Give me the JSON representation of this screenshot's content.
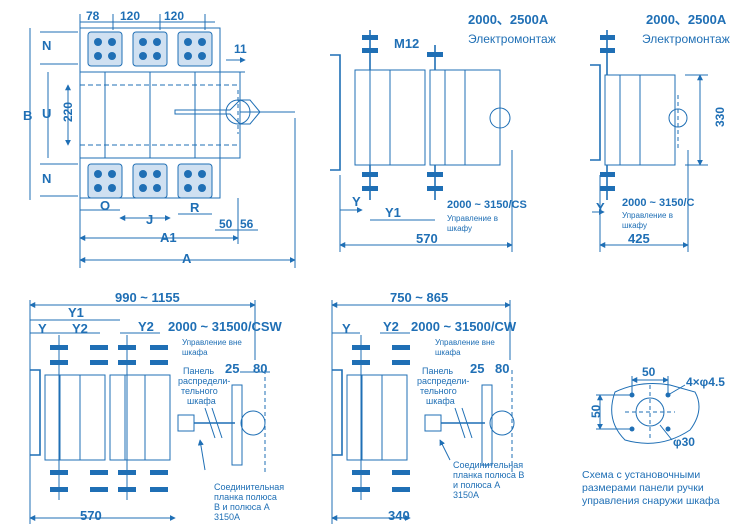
{
  "diagram": {
    "top_left": {
      "dims_top": [
        "78",
        "120",
        "120"
      ],
      "dim_11": "11",
      "dim_220": "220",
      "label_B": "B",
      "label_U": "U",
      "label_N_top": "N",
      "label_N_bottom": "N",
      "label_O": "O",
      "label_J": "J",
      "label_R": "R",
      "dim_50": "50",
      "dim_56": "56",
      "label_A1": "A1",
      "label_A": "A"
    },
    "top_middle": {
      "rating": "2000、2500A",
      "mount": "Электромонтаж",
      "thread": "M12",
      "label_Y": "Y",
      "label_Y1": "Y1",
      "type_code": "2000 ~ 3150/CS",
      "control": "Управление в шкафу",
      "dim_570": "570"
    },
    "top_right": {
      "rating": "2000、2500A",
      "mount": "Электромонтаж",
      "dim_330": "330",
      "label_Y": "Y",
      "type_code": "2000 ~ 3150/C",
      "control": "Управление в шкафу",
      "dim_425": "425"
    },
    "bottom_left": {
      "dim_range": "990 ~ 1155",
      "label_Y1": "Y1",
      "label_Y": "Y",
      "label_Y2a": "Y2",
      "label_Y2b": "Y2",
      "type_code": "2000 ~ 31500/CSW",
      "control": "Управление вне шкафа",
      "panel": "Панель распредели-тельного шкафа",
      "dim_25": "25",
      "dim_80": "80",
      "busbar": "Соединительная планка полюса B и полюса A 3150A",
      "dim_570": "570"
    },
    "bottom_middle": {
      "dim_range": "750 ~ 865",
      "label_Y": "Y",
      "label_Y2": "Y2",
      "type_code": "2000 ~ 31500/CW",
      "control": "Управление вне шкафа",
      "panel": "Панель распредели-тельного шкафа",
      "dim_25": "25",
      "dim_80": "80",
      "busbar": "Соединительная планка полюса B и полюса A 3150A",
      "dim_340": "340"
    },
    "bottom_right": {
      "dim_50_top": "50",
      "dim_50_side": "50",
      "holes": "4×φ4.5",
      "dia": "φ30",
      "caption": "Схема с установочными размерами панели ручки управления снаружи шкафа"
    }
  }
}
